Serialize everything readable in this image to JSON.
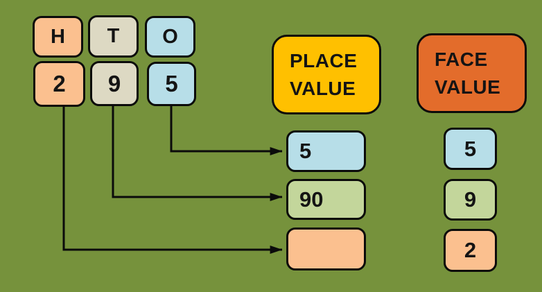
{
  "diagram": {
    "topic": "Place value vs face value of 295"
  },
  "colors": {
    "stage_background": "#76923C",
    "peach": "#FBC08F",
    "beige": "#DDD9C3",
    "blue": "#B7DEE8",
    "green": "#C3D69B",
    "yellow": "#FFC000",
    "orange_red": "#E36C2B",
    "outline": "#0b0b0b",
    "text": "#141414"
  },
  "number_grid": {
    "place_labels": [
      {
        "label": "H",
        "color": "peach"
      },
      {
        "label": "T",
        "color": "beige"
      },
      {
        "label": "O",
        "color": "blue"
      }
    ],
    "digits": [
      {
        "value": "2",
        "color": "peach"
      },
      {
        "value": "9",
        "color": "beige"
      },
      {
        "value": "5",
        "color": "blue"
      }
    ]
  },
  "headers": {
    "place_value": {
      "line1": "PLACE",
      "line2": "VALUE",
      "color": "yellow"
    },
    "face_value": {
      "line1": "FACE",
      "line2": "VALUE",
      "color": "orange_red"
    }
  },
  "place_value_results": [
    {
      "value": "5",
      "color": "blue"
    },
    {
      "value": "90",
      "color": "green"
    },
    {
      "value": "",
      "color": "peach"
    }
  ],
  "face_value_results": [
    {
      "value": "5",
      "color": "blue"
    },
    {
      "value": "9",
      "color": "green"
    },
    {
      "value": "2",
      "color": "peach"
    }
  ],
  "arrows": [
    {
      "from_digit": "5",
      "to_place_value": "5"
    },
    {
      "from_digit": "9",
      "to_place_value": "90"
    },
    {
      "from_digit": "2",
      "to_place_value": ""
    }
  ]
}
